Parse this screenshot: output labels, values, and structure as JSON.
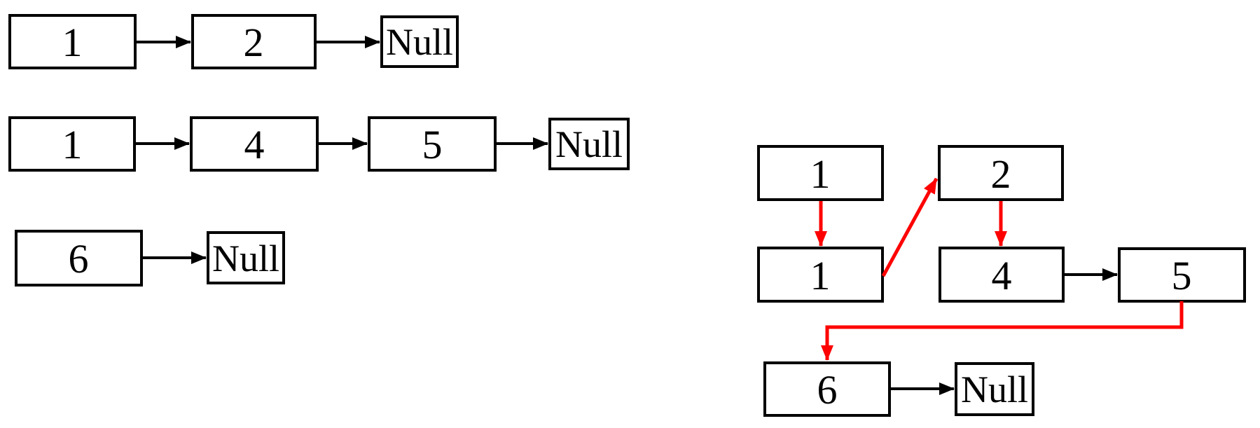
{
  "colors": {
    "background": "#ffffff",
    "box_fill": "#ffffff",
    "box_border": "#000000",
    "text": "#000000",
    "link_default": "#000000",
    "link_highlight": "#fe0000"
  },
  "left_lists": [
    {
      "id": "list-a",
      "nodes": [
        "1",
        "2"
      ],
      "terminator": "Null"
    },
    {
      "id": "list-b",
      "nodes": [
        "1",
        "4",
        "5"
      ],
      "terminator": "Null"
    },
    {
      "id": "list-c",
      "nodes": [
        "6"
      ],
      "terminator": "Null"
    }
  ],
  "merge_diagram": {
    "rows": [
      {
        "nodes": [
          "1",
          "2"
        ]
      },
      {
        "nodes": [
          "1",
          "4",
          "5"
        ]
      },
      {
        "nodes": [
          "6"
        ],
        "terminator": "Null"
      }
    ],
    "merge_links": [
      {
        "from": "top-1",
        "to": "merged-1",
        "color": "red"
      },
      {
        "from": "merged-1",
        "to": "top-2",
        "color": "red"
      },
      {
        "from": "top-2",
        "to": "merged-4",
        "color": "red"
      },
      {
        "from": "merged-4",
        "to": "merged-5",
        "color": "black"
      },
      {
        "from": "merged-5",
        "to": "merged-6",
        "color": "red"
      },
      {
        "from": "merged-6",
        "to": "null",
        "color": "black"
      }
    ]
  }
}
